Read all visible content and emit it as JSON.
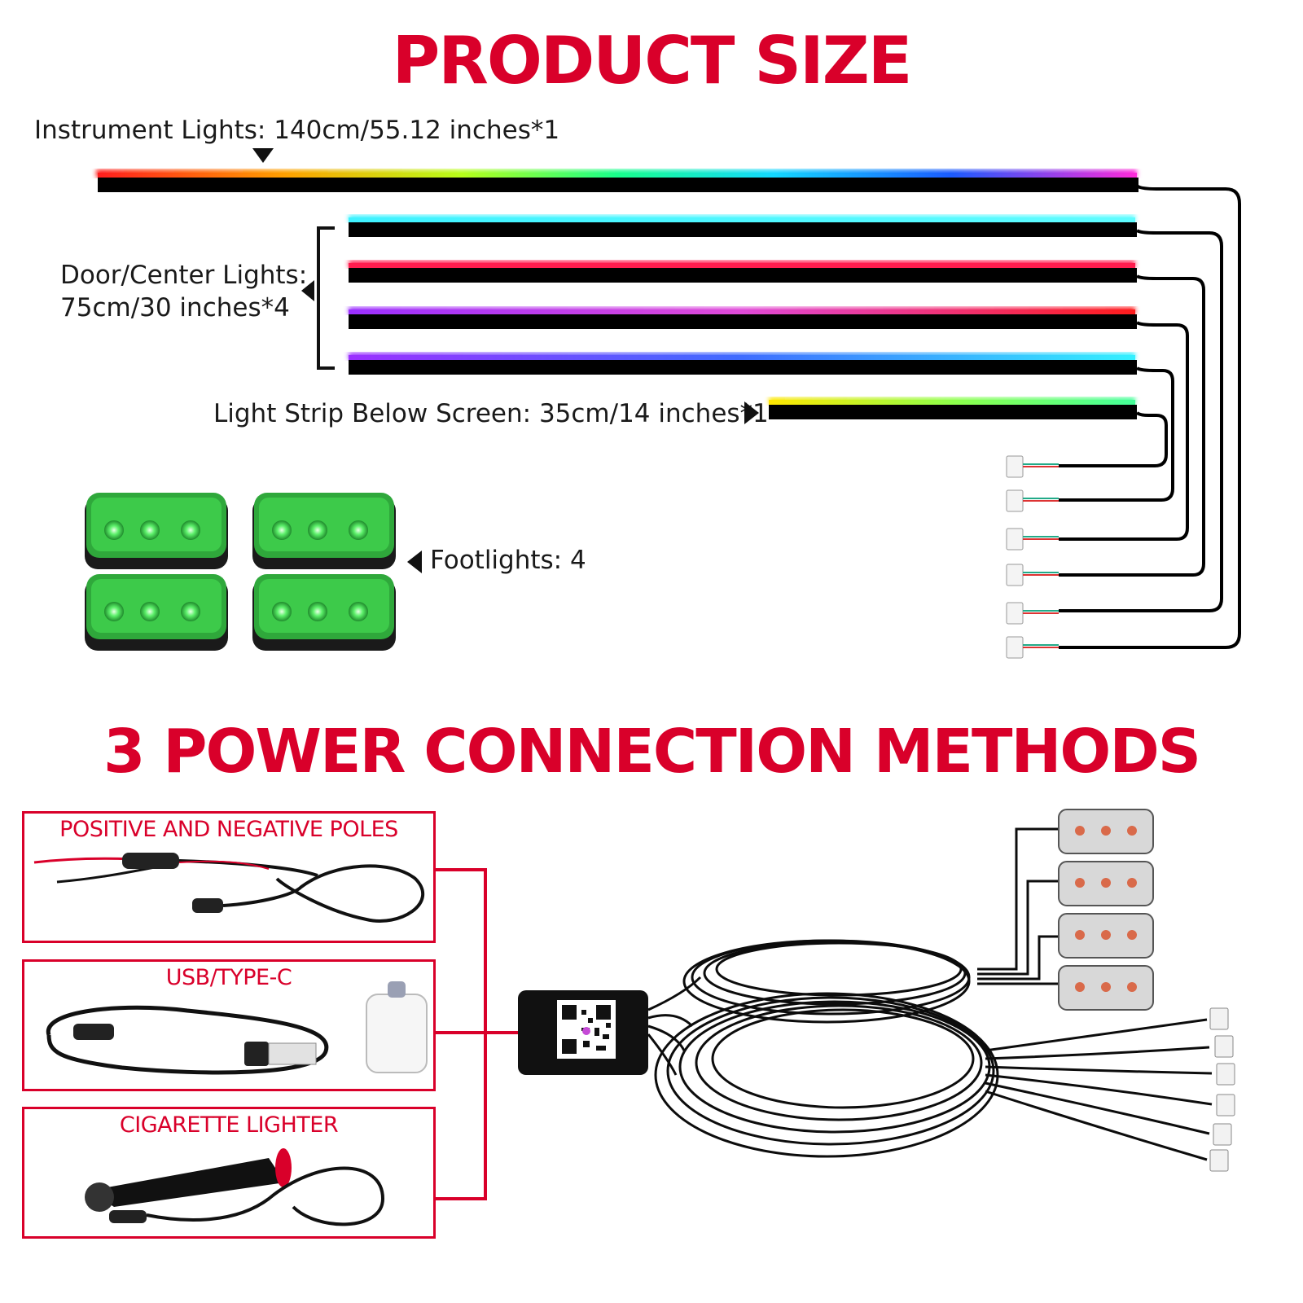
{
  "titles": {
    "product_size": "PRODUCT SIZE",
    "power_methods": "3 POWER CONNECTION METHODS"
  },
  "labels": {
    "instrument": "Instrument Lights: 140cm/55.12 inches*1",
    "door_line1": "Door/Center Lights:",
    "door_line2": "75cm/30 inches*4",
    "below_screen": "Light Strip Below Screen: 35cm/14 inches*1",
    "footlights": "Footlights: 4"
  },
  "power_methods": [
    {
      "title": "POSITIVE AND NEGATIVE POLES"
    },
    {
      "title": "USB/TYPE-C"
    },
    {
      "title": "CIGARETTE LIGHTER"
    }
  ],
  "colors": {
    "accent_red": "#d9002a",
    "strip_body": "#000000",
    "footlight_green": "#3bd14a"
  }
}
